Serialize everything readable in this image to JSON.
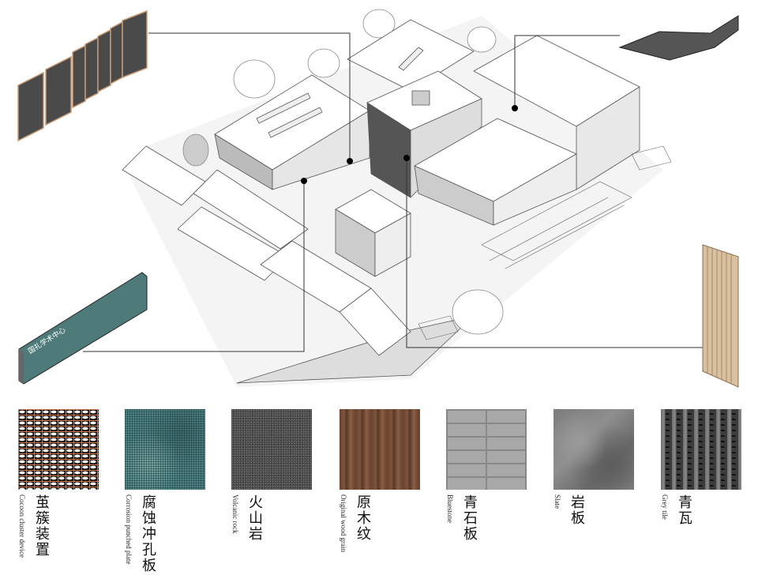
{
  "sign_text": "国礼学术中心",
  "colors": {
    "line": "#333333",
    "panel_frame": "#c89a74",
    "panel_fill": "#4a4a4a",
    "sign_fill": "#4f7a7a",
    "wood": "#d8c0a0",
    "slab": "#555555"
  },
  "materials": [
    {
      "zh": "茧簇装置",
      "en": "Cocoon cluster device",
      "texture": "cocoon"
    },
    {
      "zh": "腐蚀冲孔板",
      "en": "Corrosion punched plate",
      "texture": "corrosion"
    },
    {
      "zh": "火山岩",
      "en": "Volcanic rock",
      "texture": "volcanic"
    },
    {
      "zh": "原木纹",
      "en": "Original wood grain",
      "texture": "wood"
    },
    {
      "zh": "青石板",
      "en": "Bluestone",
      "texture": "bluestone"
    },
    {
      "zh": "岩板",
      "en": "Slate",
      "texture": "slate"
    },
    {
      "zh": "青瓦",
      "en": "Grey tile",
      "texture": "tile"
    }
  ]
}
